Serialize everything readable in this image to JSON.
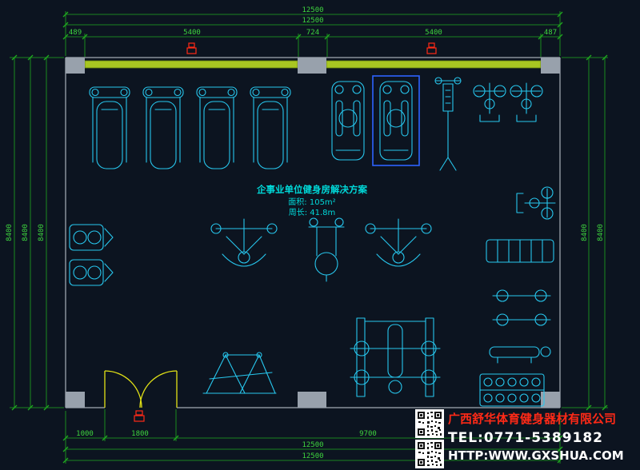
{
  "colors": {
    "bg": "#0c1420",
    "equip": "#27c7ee",
    "dim": "#1fa91f",
    "dimtext": "#3ed43e",
    "wall": "#c9cfd8",
    "col": "#98a1ac",
    "win": "#a8c622",
    "winstroke": "#5f7d12",
    "door": "#e3e316",
    "red": "#ff2a17",
    "hl": "#2e63ff",
    "ann": "#00d8d8",
    "wmred": "#ff2a17",
    "white": "#ffffff"
  },
  "dimensions": {
    "top": [
      "12500",
      "12500"
    ],
    "top_segments": [
      "489",
      "5400",
      "724",
      "5400",
      "487"
    ],
    "left": [
      "8400",
      "8400",
      "8400"
    ],
    "right": [
      "8400",
      "8400"
    ],
    "bottom_segments": [
      "1000",
      "1800",
      "9700"
    ],
    "bottom": [
      "12500",
      "12500"
    ]
  },
  "annotation": {
    "title": "企事业单位健身房解决方案",
    "area": "面积: 105m²",
    "perimeter": "周长: 41.8m"
  },
  "watermark": {
    "company": "广西舒华体育健身器材有限公司",
    "tel": "TEL:0771-5389182",
    "website": "HTTP:WWW.GXSHUA.COM"
  }
}
